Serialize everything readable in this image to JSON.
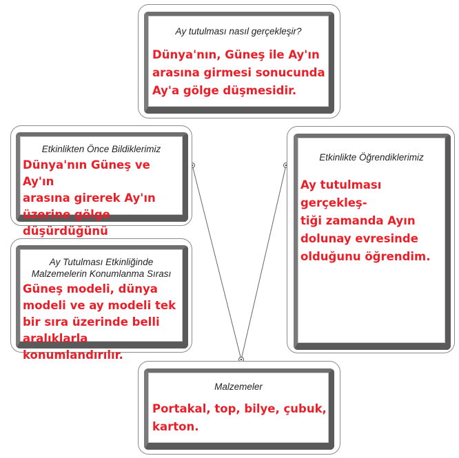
{
  "top": {
    "question": "Ay tutulması nasıl gerçekleşir?",
    "answer": "Dünya'nın, Güneş ile Ay'ın\narasına girmesi sonucunda\nAy'a gölge düşmesidir."
  },
  "left_top": {
    "title": "Etkinlikten Önce Bildiklerimiz",
    "answer": "Dünya'nın Güneş ve Ay'ın\narasına girerek  Ay'ın\nüzerine gölge\ndüşürdüğünü biliyordum."
  },
  "left_bottom": {
    "title": "Ay Tutulması Etkinliğinde\nMalzemelerin Konumlanma Sırası",
    "answer": "Güneş modeli, dünya\nmodeli ve ay modeli tek\nbir sıra üzerinde belli\naralıklarla konumlandırılır."
  },
  "right": {
    "title": "Etkinlikte Öğrendiklerimiz",
    "answer": "Ay tutulması gerçekleş-\ntiği zamanda Ayın\ndolunay evresinde\nolduğunu öğrendim."
  },
  "bottom": {
    "title": "Malzemeler",
    "answer": "Portakal, top, bilye, çubuk,\nkarton."
  }
}
